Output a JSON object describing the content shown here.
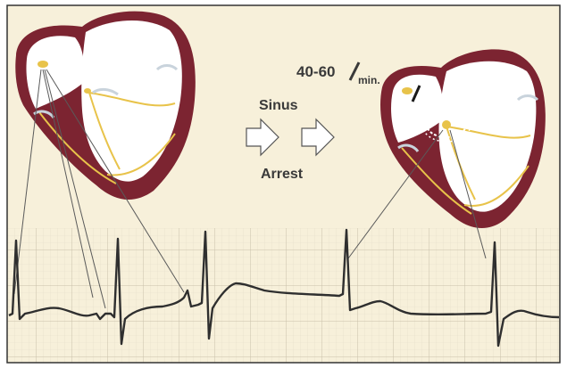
{
  "diagram": {
    "rate_value": "40-60",
    "rate_unit": "min.",
    "word_top": "Sinus",
    "word_bottom": "Arrest",
    "colors": {
      "background": "#f7f0da",
      "myocardium": "#7c2431",
      "chamber": "#ffffff",
      "conduction": "#e8c34a",
      "grid": "#d3cbb6",
      "trace": "#2f2f2f",
      "leader_line": "#5a5a5a",
      "frame": "#333333"
    },
    "icons": [
      "right-arrow-icon",
      "right-arrow-icon"
    ]
  }
}
